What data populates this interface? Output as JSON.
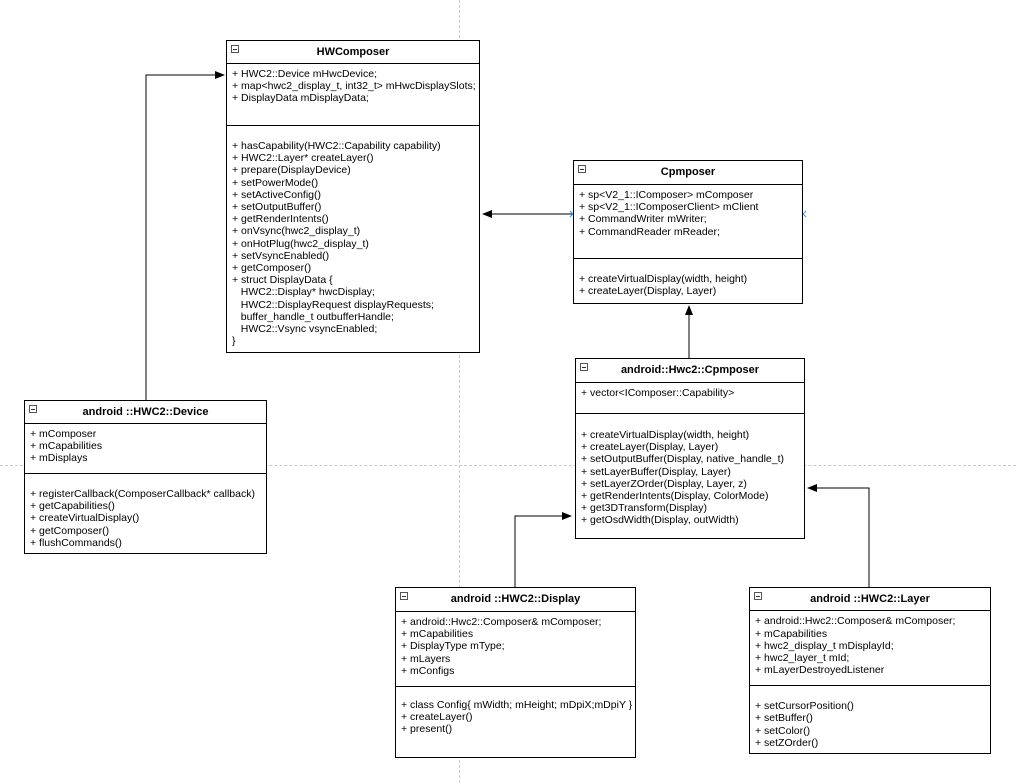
{
  "classes": {
    "hwcomposer": {
      "name": "HWComposer",
      "attributes": [
        "+ HWC2::Device mHwcDevice;",
        "+ map<hwc2_display_t, int32_t> mHwcDisplaySlots;",
        "+ DisplayData mDisplayData;"
      ],
      "methods": [
        "+ hasCapability(HWC2::Capability capability)",
        "+ HWC2::Layer* createLayer()",
        "+ prepare(DisplayDevice)",
        "+ setPowerMode()",
        "+ setActiveConfig()",
        "+ setOutputBuffer()",
        "+ getRenderIntents()",
        "+ onVsync(hwc2_display_t)",
        "+ onHotPlug(hwc2_display_t)",
        "+ setVsyncEnabled()",
        "+ getComposer()",
        "+ struct DisplayData {",
        "   HWC2::Display* hwcDisplay;",
        "   HWC2::DisplayRequest displayRequests;",
        "   buffer_handle_t outbufferHandle;",
        "   HWC2::Vsync vsyncEnabled;",
        "}"
      ]
    },
    "cpmposer": {
      "name": "Cpmposer",
      "attributes": [
        "+ sp<V2_1::IComposer> mComposer",
        "+ sp<V2_1::IComposerClient> mClient",
        "+ CommandWriter mWriter;",
        "+ CommandReader mReader;"
      ],
      "methods": [
        "+ createVirtualDisplay(width, height)",
        "+ createLayer(Display, Layer)"
      ]
    },
    "hwc2_cpmposer": {
      "name": "android::Hwc2::Cpmposer",
      "attributes": [
        "+ vector<IComposer::Capability>"
      ],
      "methods": [
        "+ createVirtualDisplay(width, height)",
        "+ createLayer(Display, Layer)",
        "+ setOutputBuffer(Display, native_handle_t)",
        "+ setLayerBuffer(Display, Layer)",
        "+ setLayerZOrder(Display, Layer, z)",
        "+ getRenderIntents(Display, ColorMode)",
        "+ get3DTransform(Display)",
        "+ getOsdWidth(Display, outWidth)"
      ]
    },
    "device": {
      "name": "android ::HWC2::Device",
      "attributes": [
        "+ mComposer",
        "+ mCapabilities",
        "+ mDisplays"
      ],
      "methods": [
        "+ registerCallback(ComposerCallback* callback)",
        "+ getCapabilities()",
        "+ createVirtualDisplay()",
        "+ getComposer()",
        "+ flushCommands()"
      ]
    },
    "display": {
      "name": "android ::HWC2::Display",
      "attributes": [
        "+ android::Hwc2::Composer& mComposer;",
        "+ mCapabilities",
        "+ DisplayType mType;",
        "+ mLayers",
        "+ mConfigs"
      ],
      "methods": [
        "+ class Config{ mWidth; mHeight; mDpiX;mDpiY }",
        "+ createLayer()",
        "+ present()"
      ]
    },
    "layer": {
      "name": "android ::HWC2::Layer",
      "attributes": [
        "+ android::Hwc2::Composer& mComposer;",
        "+ mCapabilities",
        "+ hwc2_display_t mDisplayId;",
        "+ hwc2_layer_t mId;",
        "+ mLayerDestroyedListener"
      ],
      "methods": [
        "+ setCursorPosition()",
        "+ setBuffer()",
        "+ setColor()",
        "+ setZOrder()"
      ]
    }
  },
  "colors": {
    "line": "#000000",
    "guide": "#c8c8c8",
    "handle": "#3ba0ff"
  }
}
